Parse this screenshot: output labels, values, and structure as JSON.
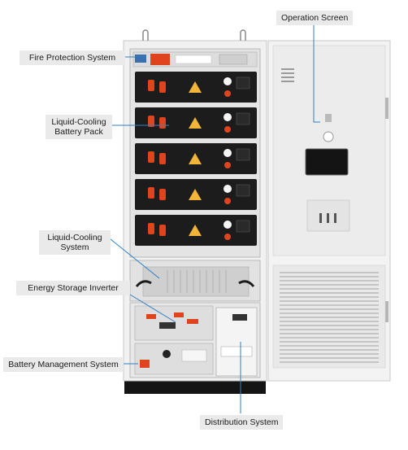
{
  "labels": {
    "operation_screen": "Operation Screen",
    "fire_protection": "Fire Protection System",
    "battery_pack_line1": "Liquid-Cooling",
    "battery_pack_line2": "Battery Pack",
    "cooling_line1": "Liquid-Cooling",
    "cooling_line2": "System",
    "inverter": "Energy Storage Inverter",
    "bms": "Battery Management System",
    "distribution": "Distribution System"
  },
  "battery_modules": [
    {
      "id": 1
    },
    {
      "id": 2
    },
    {
      "id": 3
    },
    {
      "id": 4
    },
    {
      "id": 5
    }
  ],
  "colors": {
    "cabinet": "#f1f1f1",
    "module": "#1c1c1c",
    "accent_red": "#e0441e",
    "warning": "#f3b43a",
    "leader_line": "#2f7fc1",
    "callout_bg": "#eaeaea",
    "screen": "#141414"
  }
}
